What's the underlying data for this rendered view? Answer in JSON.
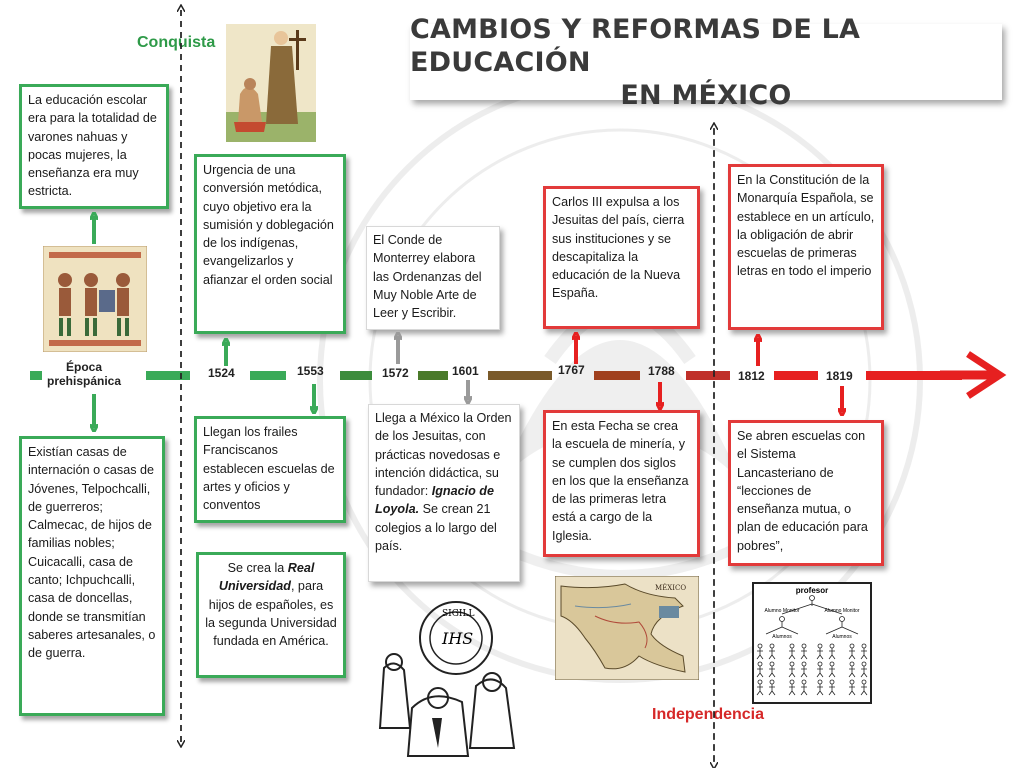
{
  "title": {
    "line1": "CAMBIOS Y REFORMAS DE LA EDUCACIÓN",
    "line2": "EN MÉXICO"
  },
  "eras": {
    "conquista": "Conquista",
    "independencia": "Independencia"
  },
  "timeline": {
    "epoca_line1": "Época",
    "epoca_line2": "prehispánica",
    "years": [
      "1524",
      "1553",
      "1572",
      "1601",
      "1767",
      "1788",
      "1812",
      "1819"
    ]
  },
  "boxes": {
    "pre_top": "La educación escolar era para la totalidad de varones nahuas y pocas mujeres, la enseñanza era muy estricta.",
    "pre_bottom": "Existían casas de internación o casas de Jóvenes, Telpochcalli, de guerreros; Calmecac, de hijos de familias nobles; Cuicacalli, casa de canto; Ichpuchcalli, casa de doncellas, donde se transmitían saberes artesanales, o de guerra.",
    "y1524": "Urgencia  de una conversión metódica, cuyo objetivo era la sumisión y doblegación de los indígenas, evangelizarlos y afianzar el orden social",
    "y1553": "Llegan los frailes Franciscanos establecen escuelas de artes y oficios y conventos",
    "univ_pre": "Se crea la ",
    "univ_bold": "Real Universidad",
    "univ_post": ", para hijos de españoles, es la segunda Universidad fundada en América.",
    "y1572": "El Conde de Monterrey elabora las  Ordenanzas del Muy Noble Arte de Leer y Escribir.",
    "jes_pre": "Llega a México la Orden de los Jesuitas, con prácticas novedosas e intención didáctica, su fundador: ",
    "jes_bold": "Ignacio de Loyola.",
    "jes_post": " Se crean 21 colegios  a lo largo del país.",
    "y1767": "Carlos III expulsa a los Jesuitas del  país, cierra sus instituciones y se descapitaliza la educación de la Nueva España.",
    "y1788": " En esta Fecha se crea la escuela de minería, y se cumplen dos siglos  en los  que la enseñanza de las primeras letra está a cargo de la Iglesia.",
    "y1812": "En la Constitución de la Monarquía Española, se establece en un artículo, la obligación de abrir escuelas de primeras letras en todo el imperio",
    "y1819": "Se abren escuelas con el Sistema Lancasteriano de “lecciones de enseñanza mutua, o plan de educación para pobres”,"
  },
  "diagram_labels": {
    "profesor": "profesor",
    "monitor": "Alumno Monitor",
    "alumnos": "Alumnos"
  },
  "seal_text": "SIGILL",
  "seal_mono": "IHS",
  "map_title": "MÉXICO",
  "colors": {
    "green": "#3aaa58",
    "olive": "#6b7a2a",
    "brown": "#7a5a2a",
    "rust": "#a0401e",
    "red": "#e62020",
    "gray_arrow": "#9a9a9a"
  },
  "icons": {
    "codex": "aztec-codex-image",
    "friar": "franciscan-friar-image",
    "jesuit": "jesuit-seal-engraving",
    "map": "old-map-new-spain",
    "lancaster": "lancasterian-system-diagram"
  }
}
